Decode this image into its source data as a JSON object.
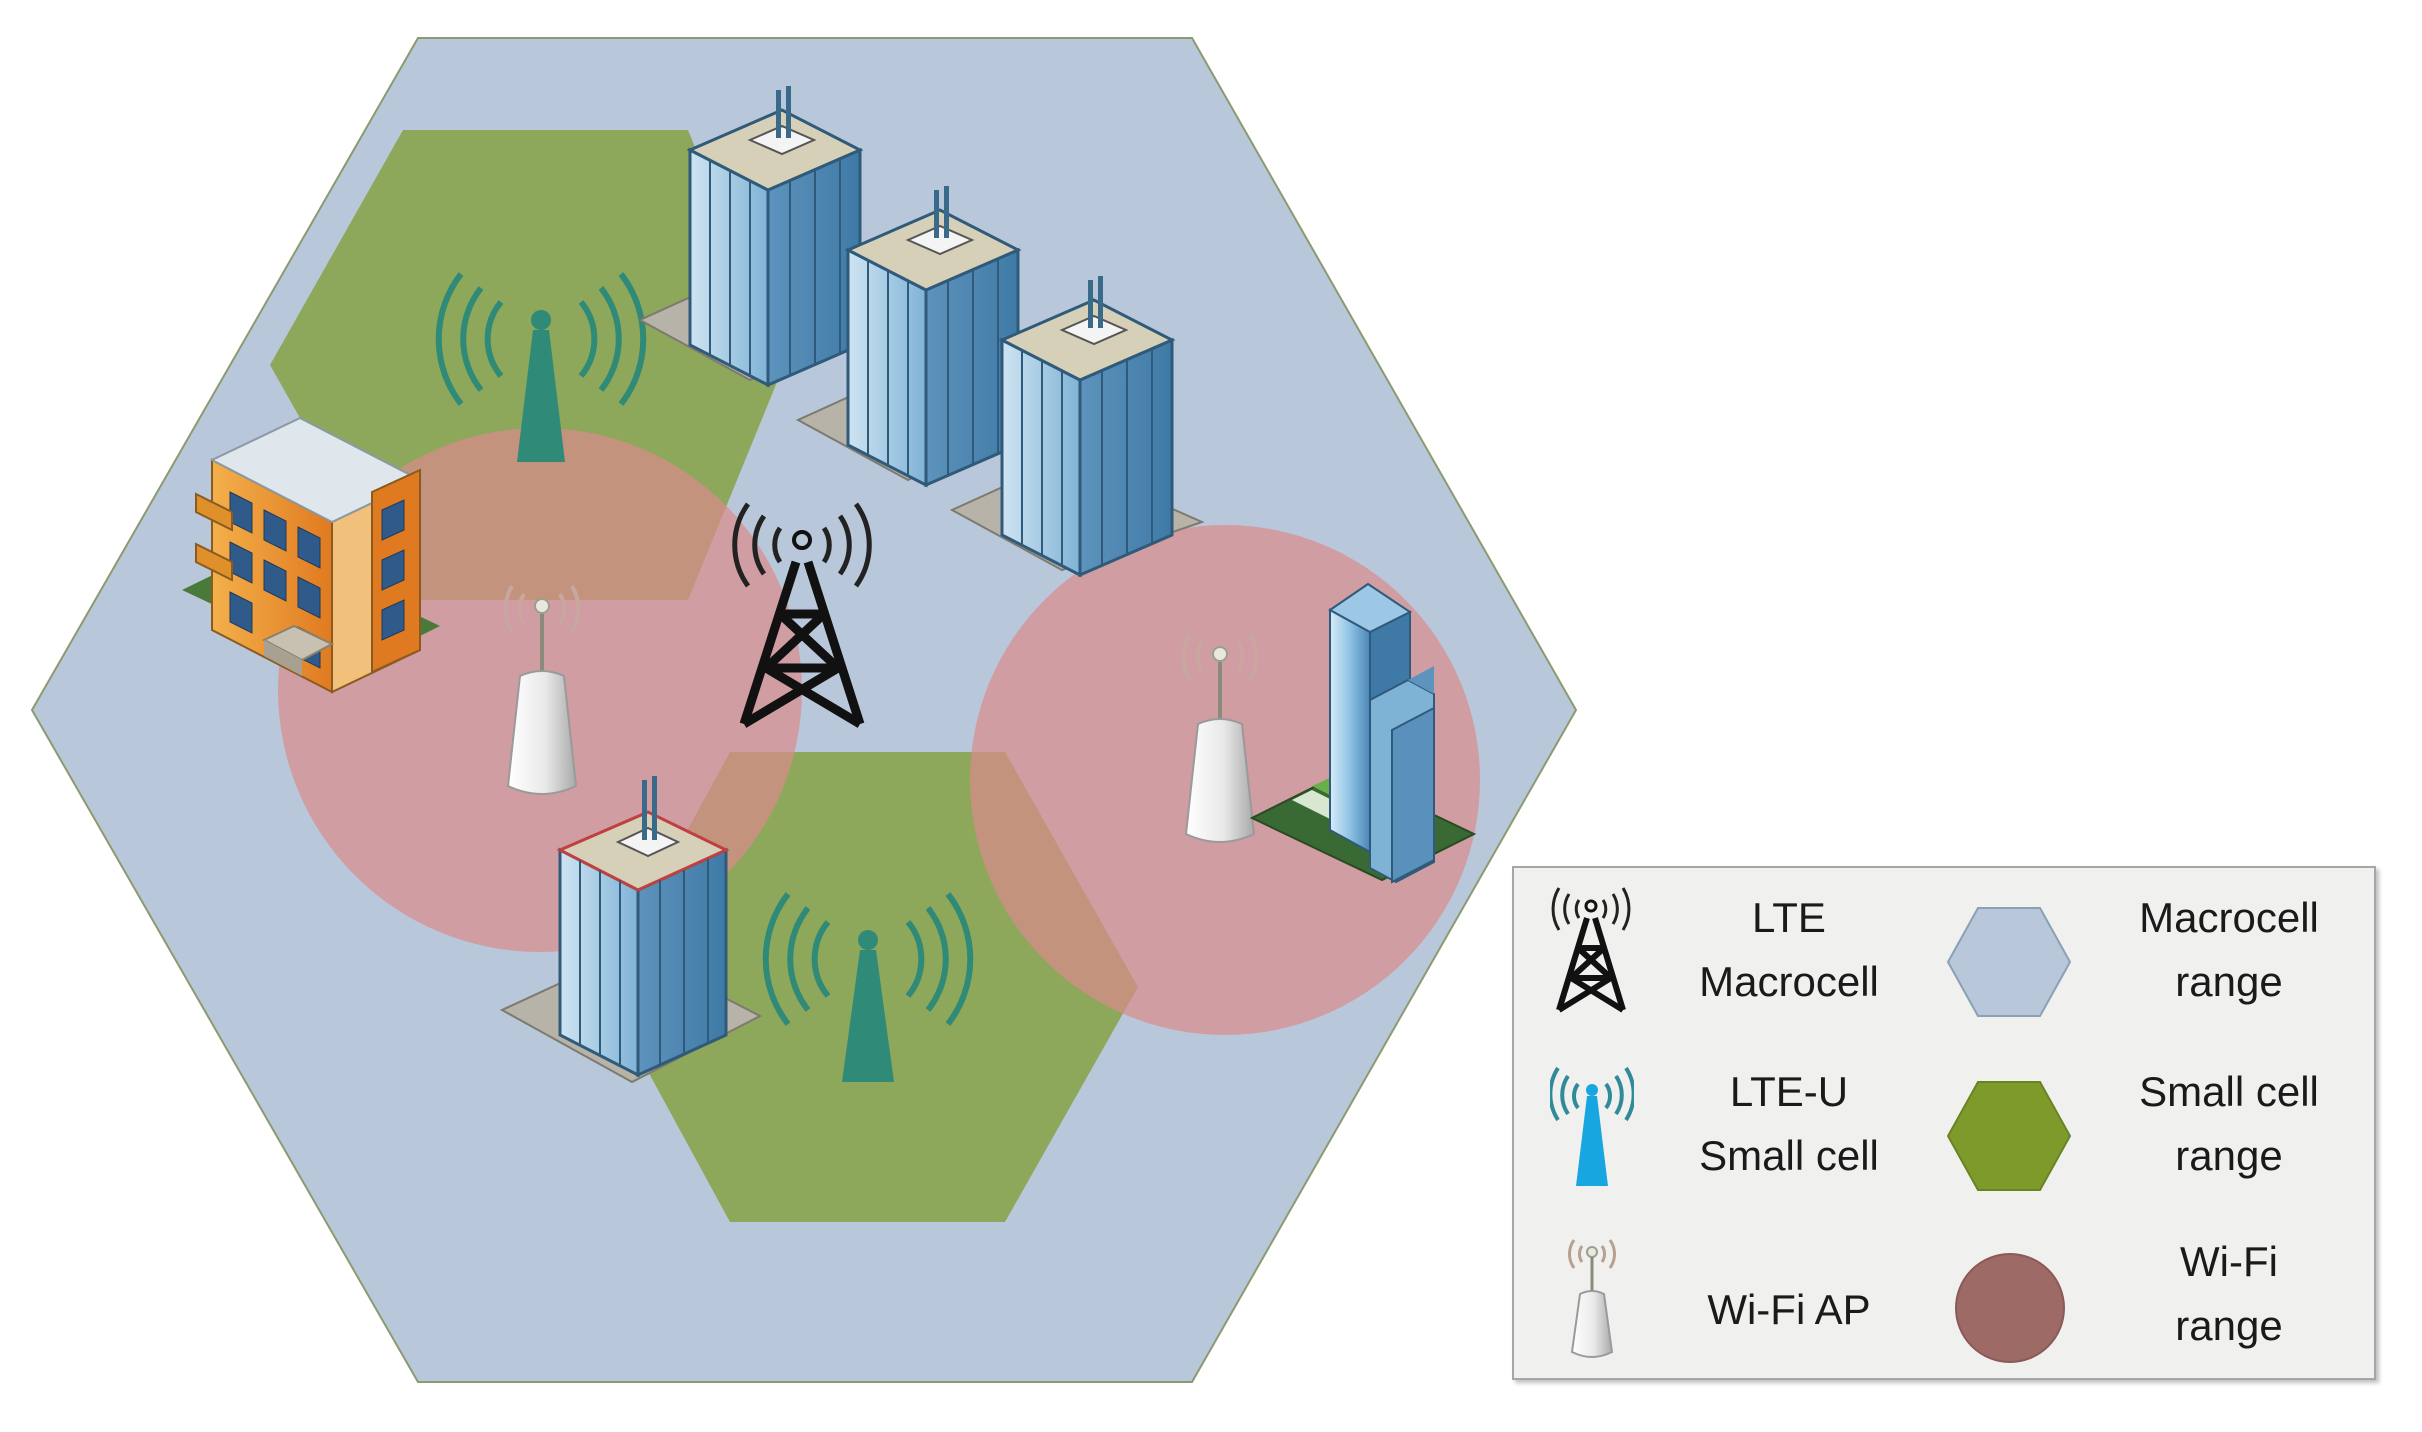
{
  "legend": {
    "lte_macrocell": {
      "line1": "LTE",
      "line2": "Macrocell"
    },
    "macrocell_range": {
      "line1": "Macrocell",
      "line2": "range"
    },
    "lte_u_small_cell": {
      "line1": "LTE-U",
      "line2": "Small cell"
    },
    "small_cell_range": {
      "line1": "Small cell",
      "line2": "range"
    },
    "wifi_ap": {
      "label": "Wi-Fi AP"
    },
    "wifi_range": {
      "line1": "Wi-Fi",
      "line2": "range"
    }
  },
  "colors": {
    "macrocell_range": "#b8c8da",
    "small_cell_range": "#7d9a2a",
    "wifi_range": "#c97a7a",
    "small_cell_antenna": "#2f8a78",
    "legend_small_cell_antenna": "#18a6e0",
    "macro_tower": "#111111",
    "building_glass": "#6fa8cc",
    "apartment_orange": "#e8902a"
  },
  "icons": [
    "lte-macrocell-tower-icon",
    "lte-u-small-cell-icon",
    "wifi-ap-icon",
    "office-tower-icon",
    "apartment-building-icon",
    "skyscraper-icon"
  ]
}
